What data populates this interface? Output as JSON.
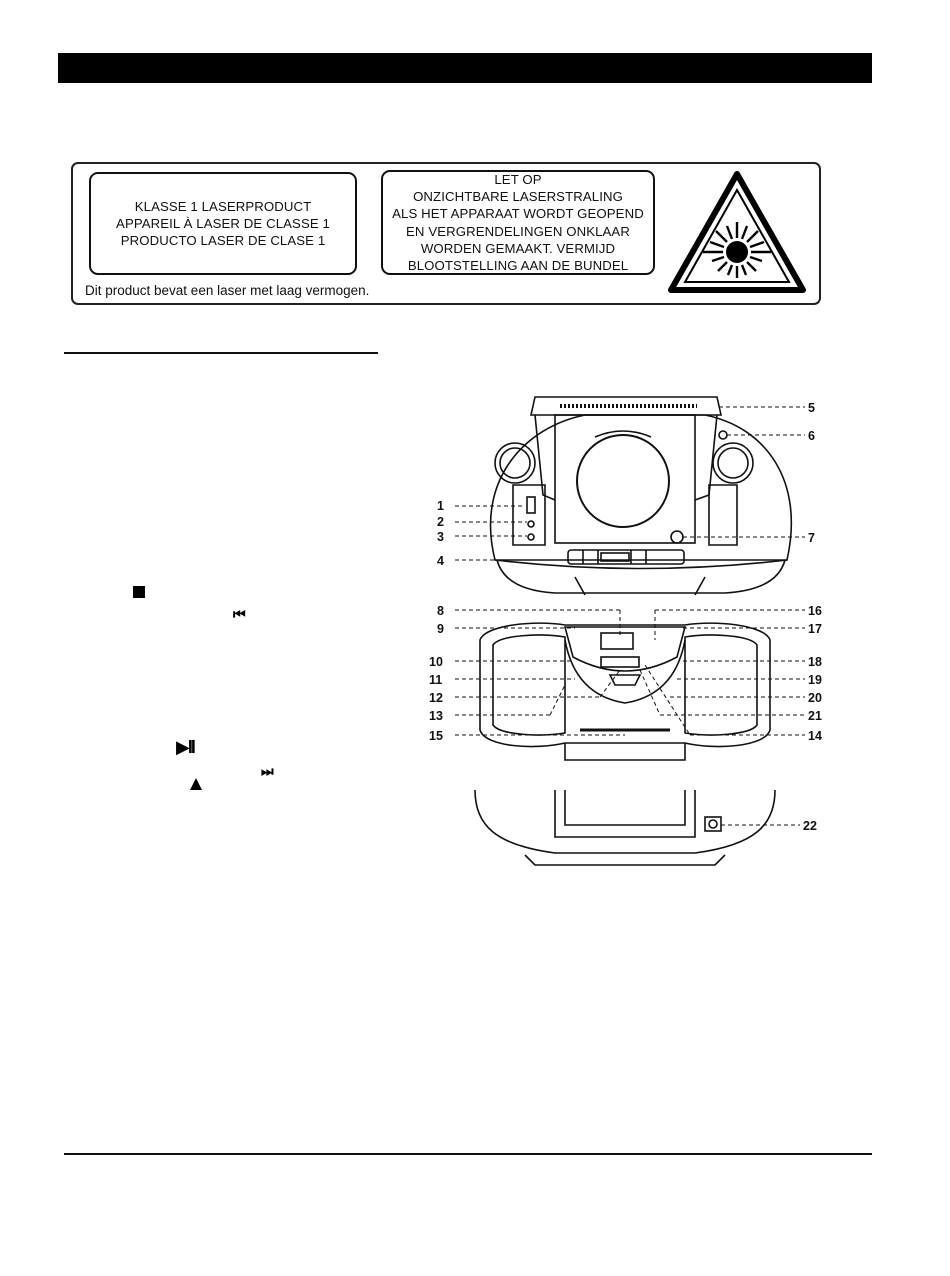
{
  "laser_label": {
    "box_a_lines": [
      "KLASSE 1 LASERPRODUCT",
      "APPAREIL À LASER DE CLASSE 1",
      "PRODUCTO LASER DE CLASE 1"
    ],
    "box_b_lines": [
      "LET OP",
      "ONZICHTBARE LASERSTRALING",
      "ALS HET APPARAAT WORDT GEOPEND",
      "EN VERGRENDELINGEN ONKLAAR",
      "WORDEN GEMAAKT. VERMIJD",
      "BLOOTSTELLING AAN DE BUNDEL"
    ],
    "footnote": "Dit product bevat een laser met laag vermogen."
  },
  "control_symbols": {
    "prev": "⏮",
    "play_pause": "▶II",
    "next": "⏭"
  },
  "callouts": [
    "1",
    "2",
    "3",
    "4",
    "5",
    "6",
    "7",
    "8",
    "9",
    "10",
    "11",
    "12",
    "13",
    "14",
    "15",
    "16",
    "17",
    "18",
    "19",
    "20",
    "21",
    "22"
  ]
}
